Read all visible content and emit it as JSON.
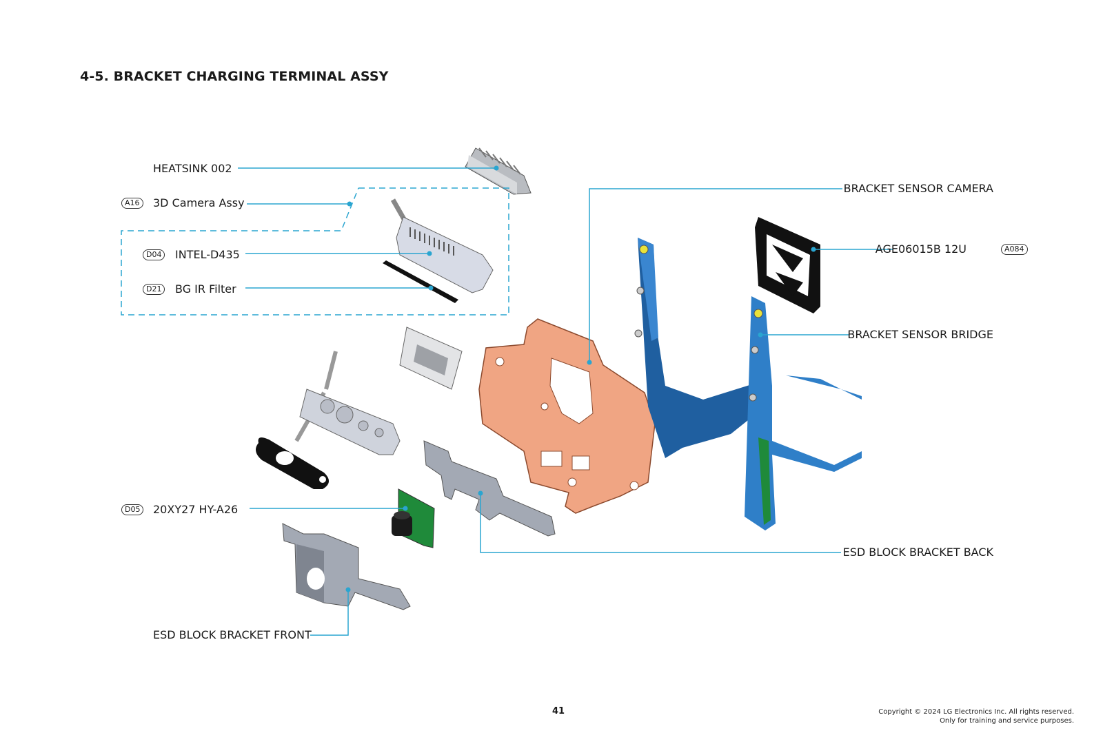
{
  "title": "4-5. BRACKET CHARGING TERMINAL ASSY",
  "labels": {
    "heatsink": "HEATSINK 002",
    "camera_assy": "3D Camera Assy",
    "intel": "INTEL-D435",
    "ir_filter": "BG IR Filter",
    "module": "20XY27 HY-A26",
    "esd_front": "ESD BLOCK BRACKET FRONT",
    "bracket_camera": "BRACKET SENSOR CAMERA",
    "fan": "AGE06015B 12U",
    "bracket_bridge": "BRACKET SENSOR BRIDGE",
    "esd_back": "ESD BLOCK BRACKET BACK"
  },
  "badges": {
    "camera_assy": "A16",
    "intel": "D04",
    "ir_filter": "D21",
    "module": "D05",
    "fan": "A084"
  },
  "page_number": "41",
  "copyright": {
    "line1": "Copyright © 2024 LG Electronics Inc. All rights reserved.",
    "line2": "Only for training and service purposes."
  },
  "colors": {
    "leader": "#2aa5d0",
    "frame_orange": "#f0a583",
    "bracket_blue": "#2f7fc8",
    "pcb_green": "#1f8a3a"
  }
}
